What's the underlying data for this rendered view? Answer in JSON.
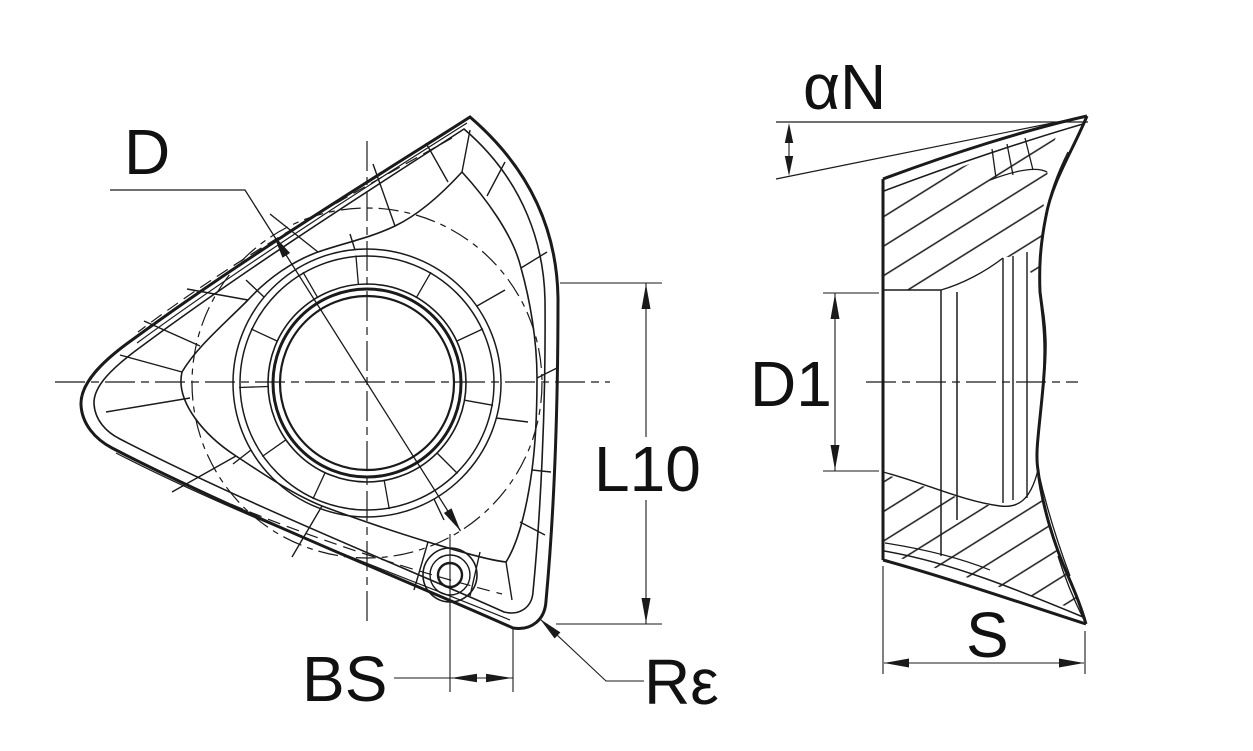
{
  "drawing": {
    "background": "#ffffff",
    "line_color": "#1a1a1a",
    "text_color": "#111111",
    "front_view": {
      "labels": {
        "inscribed_circle_diameter": "D",
        "edge_length": "L10",
        "wiper_edge_width": "BS",
        "corner_radius": "Rε"
      }
    },
    "side_view": {
      "labels": {
        "clearance_angle": "αN",
        "boss_diameter": "D1",
        "thickness": "S"
      }
    }
  }
}
